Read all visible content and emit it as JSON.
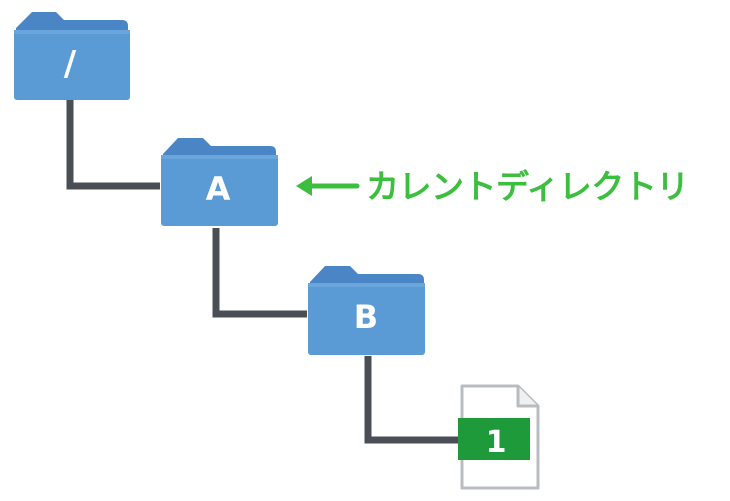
{
  "tree": {
    "root": {
      "label": "/"
    },
    "folder_a": {
      "label": "A"
    },
    "folder_b": {
      "label": "B"
    },
    "file_1": {
      "label": "1"
    }
  },
  "annotation": {
    "text": "カレントディレクトリ",
    "color": "#3cbf3e"
  },
  "colors": {
    "folder_body": "#5b9bd5",
    "folder_tab": "#4a86c5",
    "connector": "#4a4f55",
    "file_band": "#1f9a3a",
    "file_outline": "#b8bcc0"
  },
  "icons": {
    "folder": "folder-icon",
    "file": "document-icon",
    "arrow": "arrow-left-icon"
  }
}
